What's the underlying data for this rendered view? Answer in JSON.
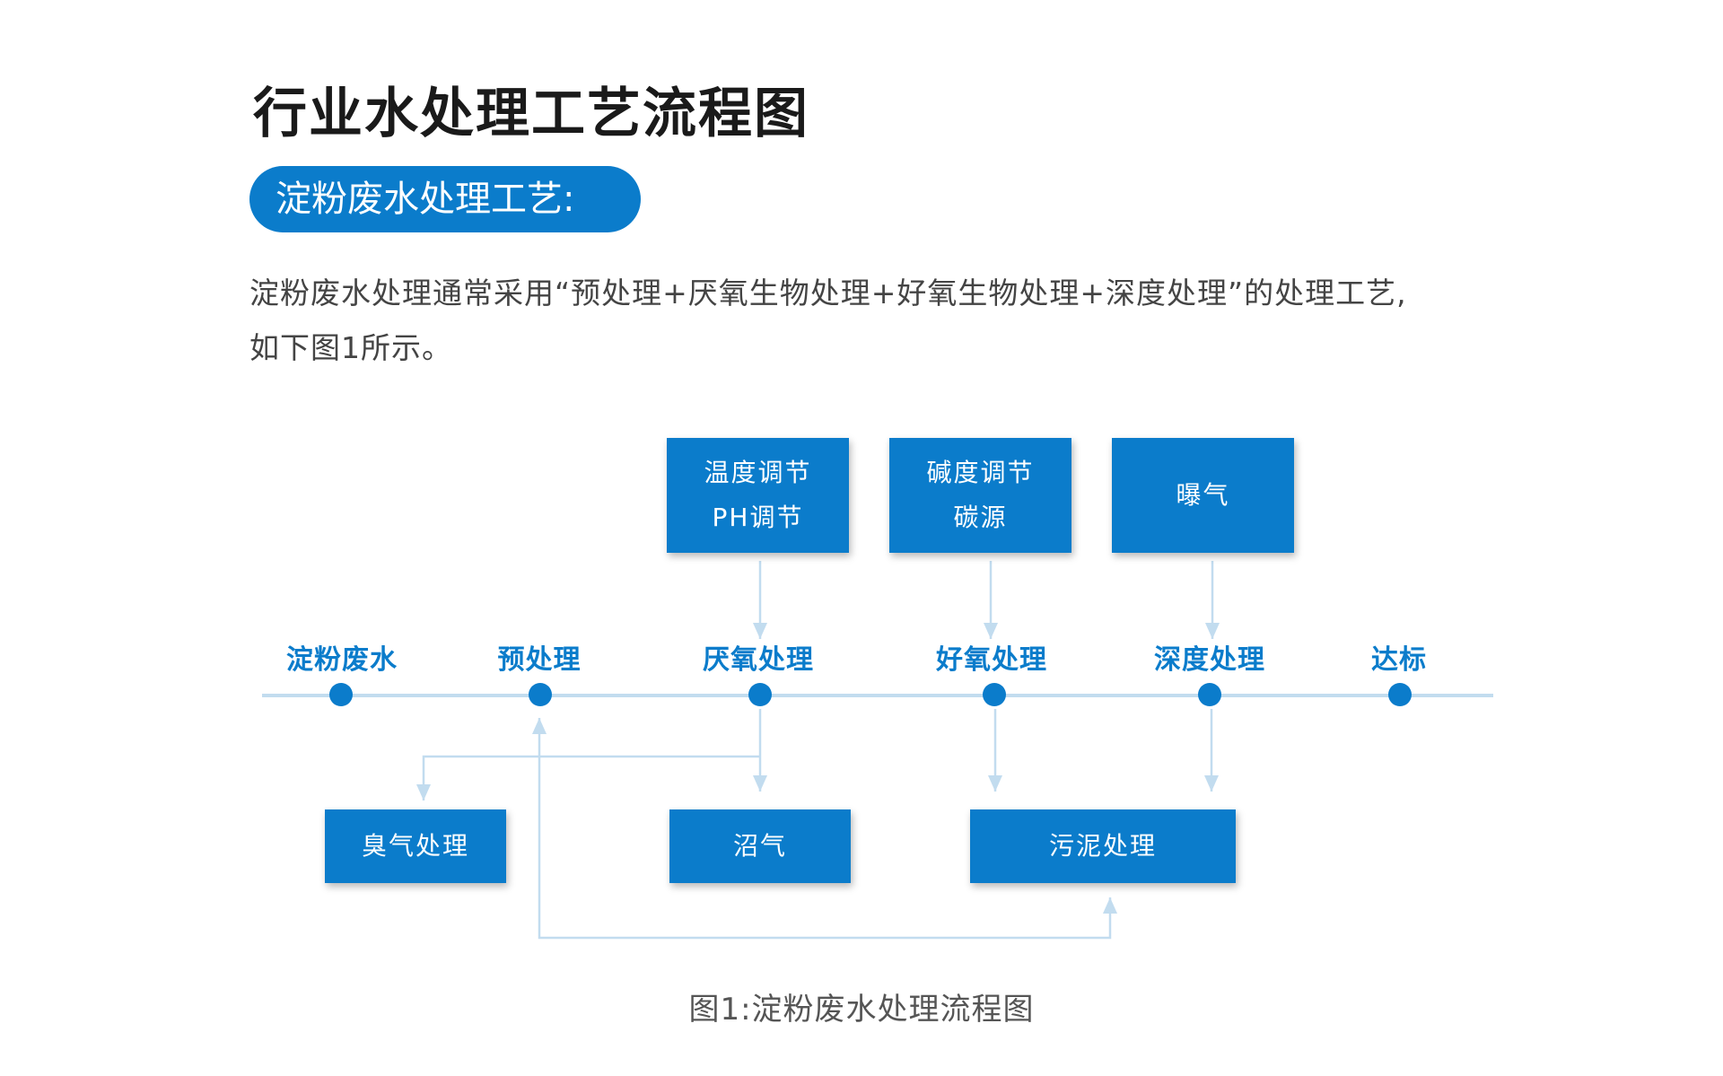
{
  "title": "行业水处理工艺流程图",
  "section_heading": "淀粉废水处理工艺:",
  "intro": {
    "line1": "淀粉废水处理通常采用“预处理+厌氧生物处理+好氧生物处理+深度处理”的处理工艺,",
    "line2": "如下图1所示。"
  },
  "diagram": {
    "top_boxes": [
      {
        "line1": "温度调节",
        "line2": "PH调节"
      },
      {
        "line1": "碱度调节",
        "line2": "碳源"
      },
      {
        "line1": "曝气"
      }
    ],
    "stages": [
      "淀粉废水",
      "预处理",
      "厌氧处理",
      "好氧处理",
      "深度处理",
      "达标"
    ],
    "bottom_boxes": [
      "臭气处理",
      "沼气",
      "污泥处理"
    ],
    "colors": {
      "box": "#0b7ccb",
      "line": "#c2dcef",
      "node": "#0b7ccb"
    }
  },
  "caption": "图1:淀粉废水处理流程图"
}
